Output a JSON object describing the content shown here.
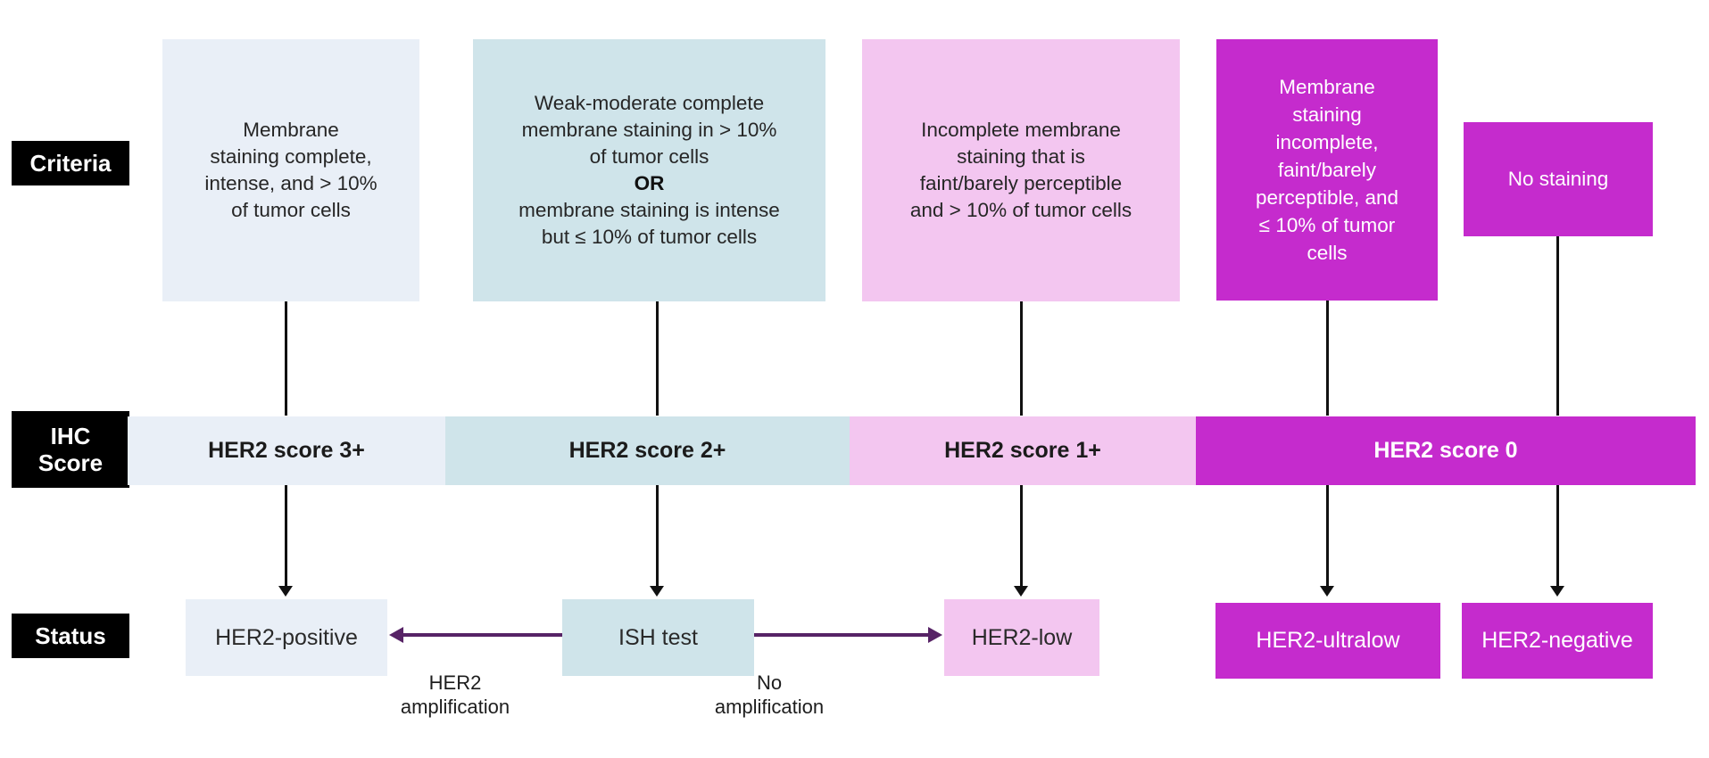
{
  "palette": {
    "light_blue": "#e9eff7",
    "light_teal": "#cfe4ea",
    "light_pink": "#f3c6f0",
    "magenta": "#c52bcd",
    "purple_arrow": "#572366",
    "label_bg": "#000000",
    "text_white": "#ffffff"
  },
  "row_labels": {
    "criteria": "Criteria",
    "ihc_line1": "IHC",
    "ihc_line2": "Score",
    "status": "Status"
  },
  "criteria": {
    "box_3plus": "Membrane\nstaining complete,\nintense, and > 10%\nof tumor cells",
    "box_2plus": {
      "before": "Weak-moderate complete\nmembrane staining in > 10%\nof tumor cells",
      "or": "OR",
      "after": "membrane staining is intense\nbut ≤ 10% of tumor cells"
    },
    "box_1plus": "Incomplete membrane\nstaining that is\nfaint/barely perceptible\nand > 10% of tumor cells",
    "box_0_ultralow": "Membrane\nstaining\nincomplete,\nfaint/barely\nperceptible, and\n≤ 10% of tumor\ncells",
    "box_0_none": "No staining"
  },
  "ihc_scores": {
    "score_3plus": "HER2 score 3+",
    "score_2plus": "HER2 score 2+",
    "score_1plus": "HER2 score 1+",
    "score_0": "HER2 score 0"
  },
  "status": {
    "positive": "HER2-positive",
    "ish_test": "ISH test",
    "low": "HER2-low",
    "ultralow": "HER2-ultralow",
    "negative": "HER2-negative"
  },
  "ish_outcomes": {
    "amplified": "HER2\namplification",
    "not_amplified": "No\namplification"
  }
}
